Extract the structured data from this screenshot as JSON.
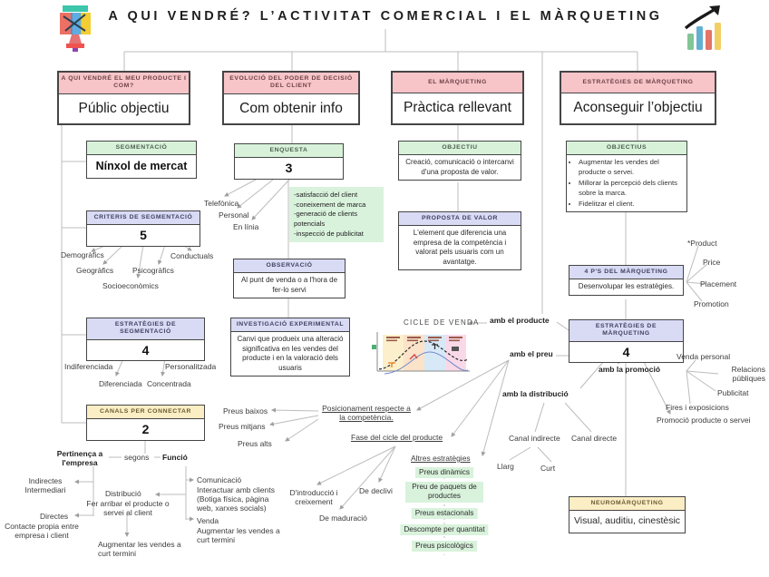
{
  "title": "A QUI VENDRÉ? L’ACTIVITAT COMERCIAL I EL MÀRQUETING",
  "roots": {
    "r1": {
      "header": "A QUI VENDRÉ EL MEU PRODUCTE I COM?",
      "body": "Públic objectiu"
    },
    "r2": {
      "header": "EVOLUCIÓ DEL PODER DE DECISIÓ DEL CLIENT",
      "body": "Com obtenir info"
    },
    "r3": {
      "header": "EL MÀRQUETING",
      "body": "Pràctica rellevant"
    },
    "r4": {
      "header": "ESTRATÈGIES DE MÀRQUETING",
      "body": "Aconseguir l’objectiu"
    }
  },
  "c1": {
    "seg": {
      "header": "SEGMENTACIÓ",
      "body": "Nínxol de mercat"
    },
    "criteris": {
      "header": "CRITERIS DE SEGMENTACIÓ",
      "count": "5",
      "items": [
        "Demogràfics",
        "Geogràfics",
        "Socioeconòmics",
        "Psicogràfics",
        "Conductuals"
      ]
    },
    "estrategies": {
      "header": "ESTRATÈGIES DE SEGMENTACIÓ",
      "count": "4",
      "items": [
        "Indiferenciada",
        "Diferenciada",
        "Concentrada",
        "Personalitzada"
      ]
    },
    "canals": {
      "header": "CANALS PER CONNECTAR",
      "count": "2",
      "pertinenca": "Pertinença a l'empresa",
      "segons": "segons",
      "funcio": "Funció",
      "indirectes": "Indirectes",
      "intermediari": "Intermediari",
      "directes": "Directes",
      "contacte": "Contacte propia entre empresa i client",
      "distribucio": "Distribució",
      "distribucio_desc": "Fer arribar el producte o servei al client",
      "comunicacio": "Comunicació",
      "comunicacio_desc": "Interactuar amb clients (Botiga física, pàgina web, xarxes socials)",
      "venda": "Venda",
      "venda_desc": "Augmentar les vendes a curt termini",
      "augmentar": "Augmentar les vendes a curt termini"
    }
  },
  "c2": {
    "enquesta": {
      "header": "ENQUESTA",
      "count": "3",
      "items": [
        "Telefònica",
        "Personal",
        "En línia"
      ],
      "notes": [
        "-satisfacció del client",
        "-coneixement de marca",
        "-generació de clients potencials",
        "-inspecció de publicitat"
      ]
    },
    "observacio": {
      "header": "OBSERVACIÓ",
      "body": "Al punt de venda o a l'hora de fer-lo servi"
    },
    "investigacio": {
      "header": "INVESTIGACIÓ EXPERIMENTAL",
      "body": "Canvi que produeix una alteració significativa en les vendes del producte i en la valoració dels usuaris"
    }
  },
  "c3": {
    "objectiu": {
      "header": "OBJECTIU",
      "body": "Creació, comunicació o intercanvi d'una proposta de valor."
    },
    "proposta": {
      "header": "PROPOSTA DE VALOR",
      "body": "L'element que diferencia una empresa de la competència i valorat pels usuaris com un avantatge."
    },
    "cicle": "CICLE DE VENDA"
  },
  "c4": {
    "objectius": {
      "header": "OBJECTIUS",
      "bullets": [
        "Augmentar les vendes del producte o servei.",
        "Millorar la percepció dels clients sobre la marca.",
        "Fidelitzar el client."
      ]
    },
    "ps": {
      "header": "4 P'S DEL MÀRQUETING",
      "body": "Desenvolupar les estratègies.",
      "items": [
        "*Product",
        "Price",
        "Placement",
        "Promotion"
      ]
    },
    "estrategies": {
      "header": "ESTRATÈGIES DE MÀRQUETING",
      "count": "4"
    },
    "branches": {
      "producte": "amb el producte",
      "preu": "amb el preu",
      "distribucio": "amb la distribució",
      "promocio": "amb la promoció"
    },
    "promocio_items": [
      "Venda personal",
      "Relacions públiques",
      "Publicitat",
      "Fires i exposicions",
      "Promoció producte o servei"
    ],
    "distribucio": {
      "canal_indirecte": "Canal indirecte",
      "canal_directe": "Canal directe",
      "llarg": "Llarg",
      "curt": "Curt"
    },
    "neuro": {
      "header": "NEUROMÀRQUETING",
      "body": "Visual, auditiu, cinestèsic"
    }
  },
  "preu": {
    "nivells": [
      "Preus baixos",
      "Preus mitjans",
      "Preus alts"
    ],
    "posicionament": "Posicionament respecte a la competència.",
    "fase": "Fase del cicle del producte",
    "fase_items": [
      "D'introducció i creixement",
      "De declivi",
      "De maduració"
    ],
    "altres": "Altres estratègies",
    "altres_items": [
      "Preus dinàmics",
      "Preu de paquets de productes",
      "Preus estacionals",
      "Descompte per quantitat",
      "Preus psicològics"
    ]
  },
  "colors": {
    "pink": "#f7c4c8",
    "green": "#d8f2da",
    "lavender": "#d9dbf5",
    "yellow": "#fbeec4",
    "chip_green": "#d9f2dc",
    "red_line": "#e05b5b",
    "line_gray": "#b8b8b8"
  }
}
